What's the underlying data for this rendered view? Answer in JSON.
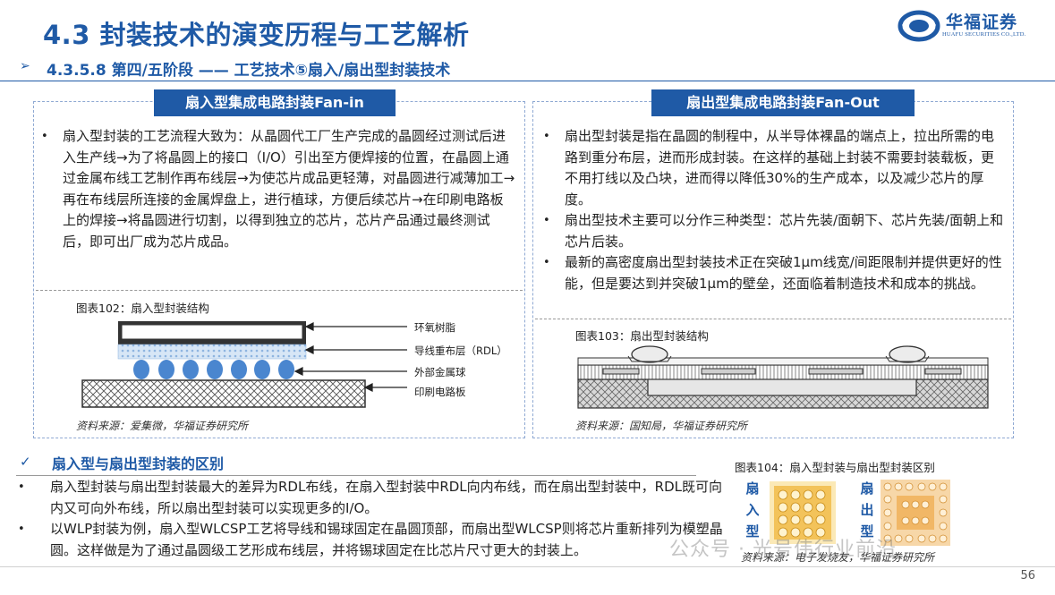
{
  "header": {
    "title": "4.3 封装技术的演变历程与工艺解析",
    "logo_name": "华福证券",
    "logo_sub": "HUAFU SECURITIES CO.,LTD."
  },
  "subheader": {
    "arrow": "➢",
    "title": "4.3.5.8 第四/五阶段 —— 工艺技术⑤扇入/扇出型封装技术"
  },
  "fan_in": {
    "header": "扇入型集成电路封装Fan-in",
    "bullets": [
      "扇入型封装的工艺流程大致为：从晶圆代工厂生产完成的晶圆经过测试后进入生产线→为了将晶圆上的接口（I/O）引出至方便焊接的位置，在晶圆上通过金属布线工艺制作再布线层→为使芯片成品更轻薄，对晶圆进行减薄加工→再在布线层所连接的金属焊盘上，进行植球，方便后续芯片→在印刷电路板上的焊接→将晶圆进行切割，以得到独立的芯片，芯片产品通过最终测试后，即可出厂成为芯片成品。"
    ],
    "figure_title": "图表102：扇入型封装结构",
    "labels": [
      "环氧树脂",
      "导线重布层（RDL）",
      "外部金属球",
      "印刷电路板"
    ],
    "source": "资料来源：爱集微，华福证券研究所"
  },
  "fan_out": {
    "header": "扇出型集成电路封装Fan-Out",
    "bullets": [
      "扇出型封装是指在晶圆的制程中，从半导体裸晶的端点上，拉出所需的电路到重分布层，进而形成封装。在这样的基础上封装不需要封装载板，更不用打线以及凸块，进而得以降低30%的生产成本，以及减少芯片的厚度。",
      "扇出型技术主要可以分作三种类型：芯片先装/面朝下、芯片先装/面朝上和芯片后装。",
      "最新的高密度扇出型封装技术正在突破1μm线宽/间距限制并提供更好的性能，但是要达到并突破1μm的壁垒，还面临着制造技术和成本的挑战。"
    ],
    "figure_title": "图表103：扇出型封装结构",
    "source": "资料来源：国知局，华福证券研究所"
  },
  "difference": {
    "check": "✓",
    "title": "扇入型与扇出型封装的区别",
    "bullets": [
      "扇入型封装与扇出型封装最大的差异为RDL布线，在扇入型封装中RDL向内布线，而在扇出型封装中，RDL既可向内又可向外布线，所以扇出型封装可以实现更多的I/O。",
      "以WLP封装为例，扇入型WLCSP工艺将导线和锡球固定在晶圆顶部，而扇出型WLCSP则将芯片重新排列为模塑晶圆。这样做是为了通过晶圆级工艺形成布线层，并将锡球固定在比芯片尺寸更大的封装上。"
    ]
  },
  "figure104": {
    "title": "图表104：扇入型封装与扇出型封装区别",
    "left_label": [
      "扇",
      "入",
      "型"
    ],
    "right_label": [
      "扇",
      "出",
      "型"
    ],
    "source": "资料来源：电子发烧友，华福证券研究所"
  },
  "watermark": "公众号 · 光号伟行业前沿",
  "page_number": "56",
  "colors": {
    "brand": "#1f5aa6",
    "header_bg": "#1f5aa6",
    "dashed_border": "#8fa9d3",
    "ball_blue": "#4a86cf",
    "chip_orange": "#f0b040"
  }
}
